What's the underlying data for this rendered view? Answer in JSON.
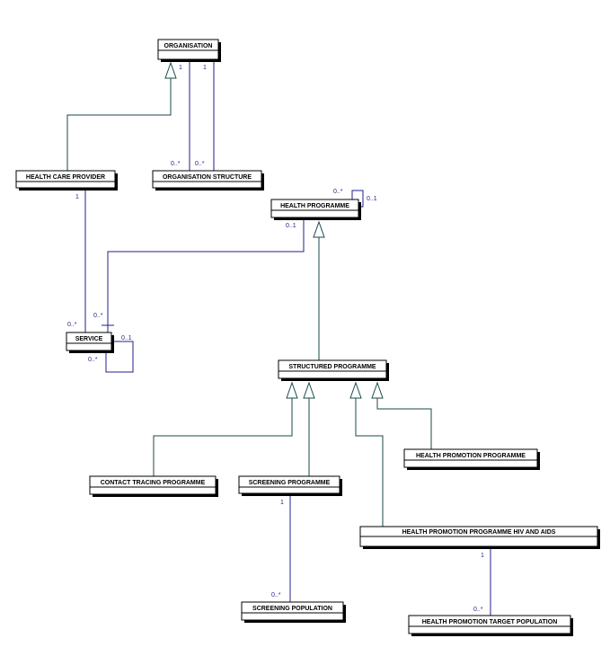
{
  "classes": {
    "organisation": "ORGANISATION",
    "health_care_provider": "HEALTH CARE PROVIDER",
    "organisation_structure": "ORGANISATION STRUCTURE",
    "health_programme": "HEALTH PROGRAMME",
    "service": "SERVICE",
    "structured_programme": "STRUCTURED PROGRAMME",
    "contact_tracing_programme": "CONTACT TRACING PROGRAMME",
    "screening_programme": "SCREENING PROGRAMME",
    "health_promotion_programme": "HEALTH PROMOTION PROGRAMME",
    "health_promotion_programme_hiv": "HEALTH PROMOTION PROGRAMME HIV AND AIDS",
    "screening_population": "SCREENING POPULATION",
    "health_promotion_target_population": "HEALTH PROMOTION TARGET POPULATION"
  },
  "multiplicities": {
    "org_struct_a_top": "1",
    "org_struct_b_top": "1",
    "org_struct_a_bottom": "0..*",
    "org_struct_b_bottom": "0..*",
    "provider_service_top": "1",
    "provider_service_bottom": "0..*",
    "hp_self_a": "0..*",
    "hp_self_b": "0..1",
    "hp_service_top": "0..1",
    "hp_service_bottom": "0..*",
    "service_self_a": "0..1",
    "service_self_b": "0..*",
    "screening_top": "1",
    "screening_bottom": "0..*",
    "hiv_target_top": "1",
    "hiv_target_bottom": "0..*"
  }
}
